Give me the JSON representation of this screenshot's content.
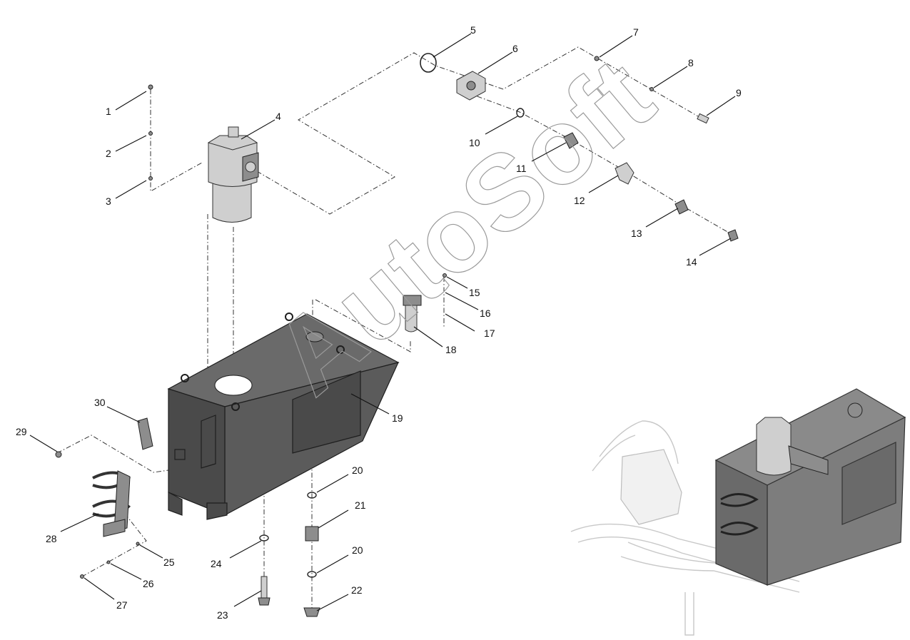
{
  "watermark": "AutoSoft",
  "callouts": [
    {
      "id": "1",
      "label": "1"
    },
    {
      "id": "2",
      "label": "2"
    },
    {
      "id": "3",
      "label": "3"
    },
    {
      "id": "4",
      "label": "4"
    },
    {
      "id": "5",
      "label": "5"
    },
    {
      "id": "6",
      "label": "6"
    },
    {
      "id": "7",
      "label": "7"
    },
    {
      "id": "8",
      "label": "8"
    },
    {
      "id": "9",
      "label": "9"
    },
    {
      "id": "10",
      "label": "10"
    },
    {
      "id": "11",
      "label": "11"
    },
    {
      "id": "12",
      "label": "12"
    },
    {
      "id": "13",
      "label": "13"
    },
    {
      "id": "14",
      "label": "14"
    },
    {
      "id": "15",
      "label": "15"
    },
    {
      "id": "16",
      "label": "16"
    },
    {
      "id": "17",
      "label": "17"
    },
    {
      "id": "18",
      "label": "18"
    },
    {
      "id": "19",
      "label": "19"
    },
    {
      "id": "20a",
      "label": "20"
    },
    {
      "id": "21",
      "label": "21"
    },
    {
      "id": "20b",
      "label": "20"
    },
    {
      "id": "22",
      "label": "22"
    },
    {
      "id": "23",
      "label": "23"
    },
    {
      "id": "24",
      "label": "24"
    },
    {
      "id": "25",
      "label": "25"
    },
    {
      "id": "26",
      "label": "26"
    },
    {
      "id": "27",
      "label": "27"
    },
    {
      "id": "28",
      "label": "28"
    },
    {
      "id": "29",
      "label": "29"
    },
    {
      "id": "30",
      "label": "30"
    }
  ]
}
